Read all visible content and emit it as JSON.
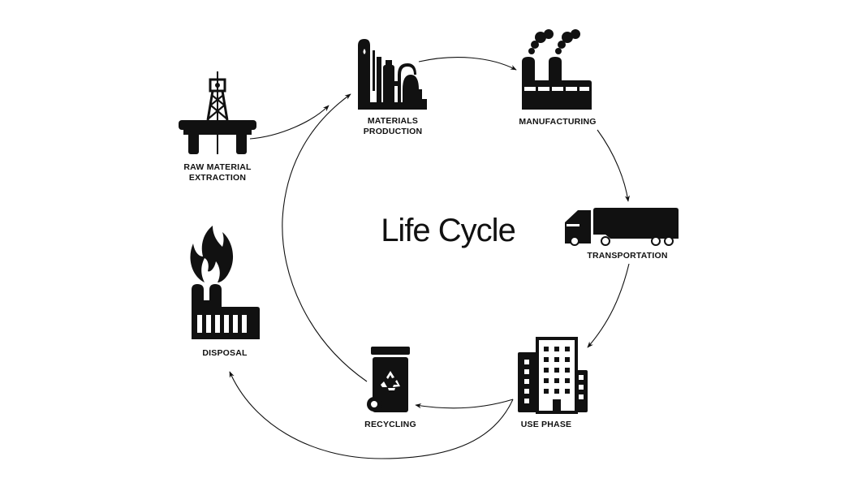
{
  "diagram": {
    "title": "Life Cycle",
    "colors": {
      "ink": "#111111",
      "background": "#ffffff"
    },
    "stages": [
      {
        "id": "raw-material-extraction",
        "icon": "oil-rig-icon",
        "label_lines": [
          "RAW MATERIAL",
          "EXTRACTION"
        ]
      },
      {
        "id": "materials-production",
        "icon": "refinery-icon",
        "label_lines": [
          "MATERIALS",
          "PRODUCTION"
        ]
      },
      {
        "id": "manufacturing",
        "icon": "factory-icon",
        "label_lines": [
          "MANUFACTURING"
        ]
      },
      {
        "id": "transportation",
        "icon": "truck-icon",
        "label_lines": [
          "TRANSPORTATION"
        ]
      },
      {
        "id": "use-phase",
        "icon": "building-icon",
        "label_lines": [
          "USE PHASE"
        ]
      },
      {
        "id": "recycling",
        "icon": "recycle-bin-icon",
        "label_lines": [
          "RECYCLING"
        ]
      },
      {
        "id": "disposal",
        "icon": "incinerator-icon",
        "label_lines": [
          "DISPOSAL"
        ]
      }
    ],
    "flows": [
      {
        "from": "raw-material-extraction",
        "to": "materials-production"
      },
      {
        "from": "materials-production",
        "to": "manufacturing"
      },
      {
        "from": "manufacturing",
        "to": "transportation"
      },
      {
        "from": "transportation",
        "to": "use-phase"
      },
      {
        "from": "use-phase",
        "to": "recycling"
      },
      {
        "from": "use-phase",
        "to": "disposal"
      },
      {
        "from": "recycling",
        "to": "materials-production"
      }
    ]
  }
}
